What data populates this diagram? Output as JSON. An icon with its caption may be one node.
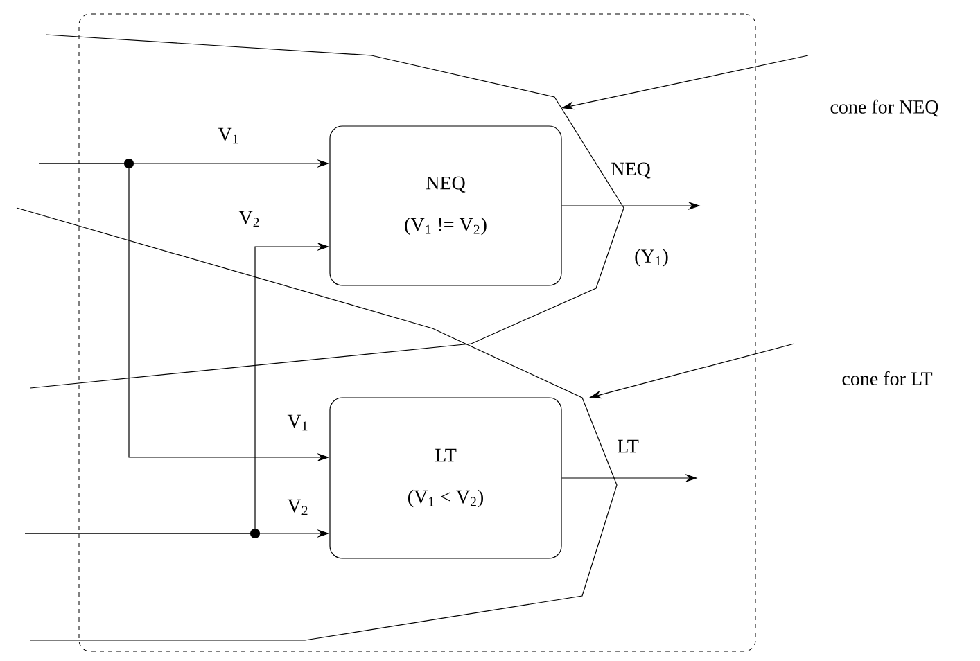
{
  "diagram": {
    "nodes": [
      {
        "text": [],
        "shape": "box"
      },
      {
        "text": [
          "NEQ",
          "(V$_{1}$ != V$_{2}$)"
        ],
        "in": 0
      },
      {
        "text": [
          "LT",
          "(V$_{1}$ < V$_{2}$)"
        ],
        "in": 0
      },
      {
        "text": [
          "cone for NEQ"
        ]
      },
      {
        "text": [
          "cone for LT"
        ]
      }
    ],
    "edges": [
      {
        "from": null,
        "to": 1,
        "arrow": "to",
        "label": "V$_{1}$"
      },
      {
        "from": null,
        "to": 2,
        "arrow": "to",
        "label": "V$_{1}$"
      },
      {
        "from": null,
        "to": 1,
        "arrow": "to",
        "label": "V$_{2}$"
      },
      {
        "from": null,
        "to": 2,
        "arrow": "to",
        "label": "V$_{2}$"
      },
      {
        "from": 1,
        "to": null,
        "arrow": "to",
        "label": "NEQ"
      },
      {
        "from": 2,
        "to": null,
        "arrow": "to",
        "label": "LT"
      },
      {
        "from": 3,
        "to": null,
        "arrow": "to"
      },
      {
        "from": 4,
        "to": null,
        "arrow": "to"
      }
    ],
    "labels": [
      "(Y$_{1}$)"
    ]
  }
}
